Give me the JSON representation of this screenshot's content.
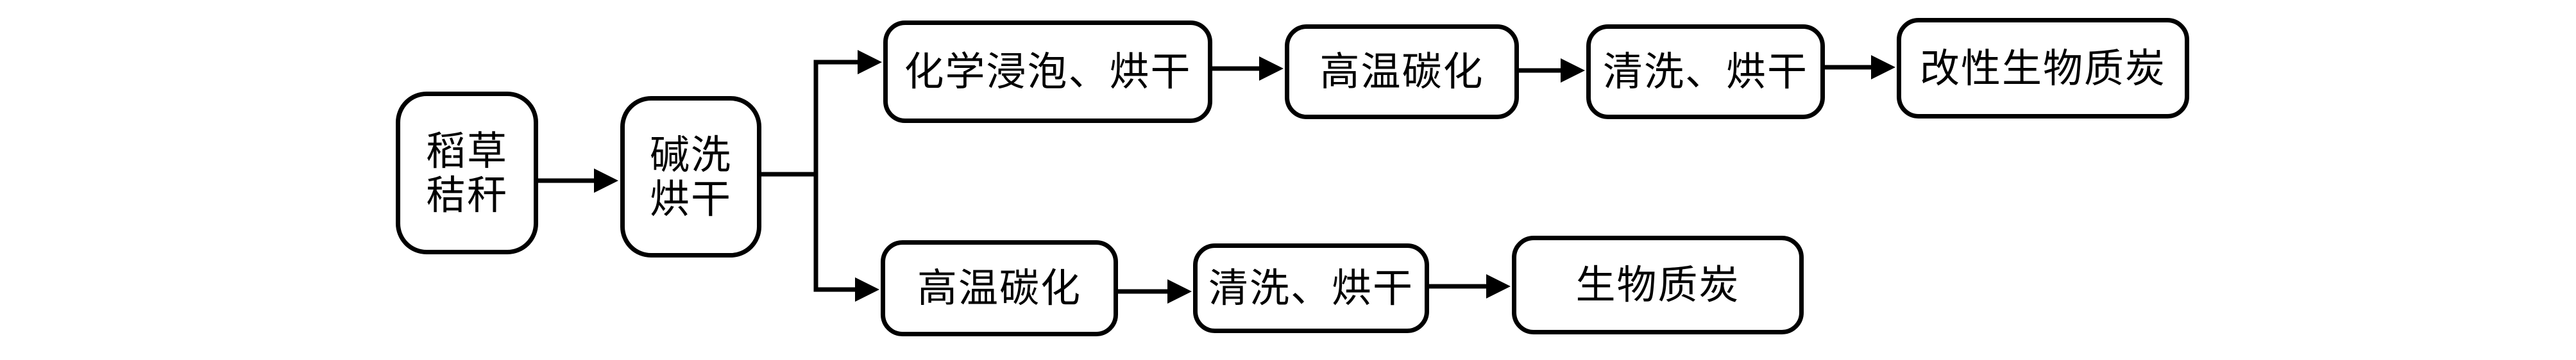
{
  "diagram": {
    "type": "flowchart",
    "direction": "left-to-right",
    "colors": {
      "background": "#ffffff",
      "box_fill": "#ffffff",
      "box_border": "#000000",
      "line": "#000000",
      "text": "#000000"
    },
    "nodes": {
      "rice_straw": {
        "label": "稻草\n秸秆"
      },
      "alkali_wash_dry": {
        "label": "碱洗\n烘干"
      },
      "chemical_soak_dry": {
        "label": "化学浸泡、烘干"
      },
      "carbonization_top": {
        "label": "高温碳化"
      },
      "wash_dry_top": {
        "label": "清洗、烘干"
      },
      "modified_biochar": {
        "label": "改性生物质炭"
      },
      "carbonization_bottom": {
        "label": "高温碳化"
      },
      "wash_dry_bottom": {
        "label": "清洗、烘干"
      },
      "biochar": {
        "label": "生物质炭"
      }
    },
    "edges": [
      {
        "from": "rice_straw",
        "to": "alkali_wash_dry"
      },
      {
        "from": "alkali_wash_dry",
        "to": "chemical_soak_dry"
      },
      {
        "from": "chemical_soak_dry",
        "to": "carbonization_top"
      },
      {
        "from": "carbonization_top",
        "to": "wash_dry_top"
      },
      {
        "from": "wash_dry_top",
        "to": "modified_biochar"
      },
      {
        "from": "alkali_wash_dry",
        "to": "carbonization_bottom"
      },
      {
        "from": "carbonization_bottom",
        "to": "wash_dry_bottom"
      },
      {
        "from": "wash_dry_bottom",
        "to": "biochar"
      }
    ]
  }
}
